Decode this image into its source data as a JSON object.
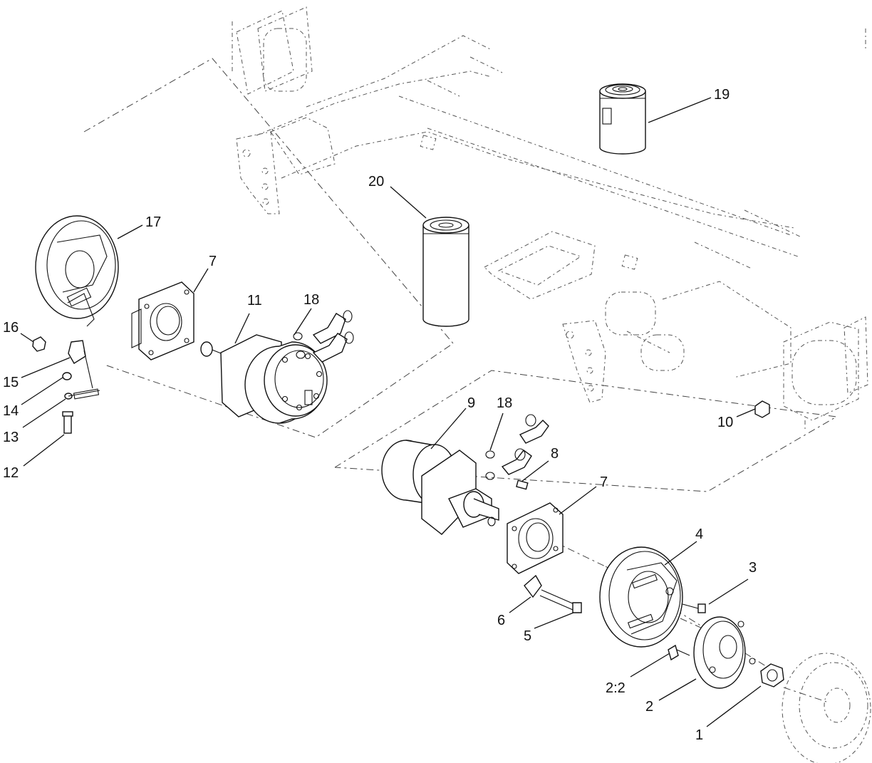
{
  "diagram": {
    "callouts": [
      {
        "id": "c1",
        "label": "1"
      },
      {
        "id": "c2",
        "label": "2"
      },
      {
        "id": "c2b",
        "label": "2:2"
      },
      {
        "id": "c3",
        "label": "3"
      },
      {
        "id": "c4",
        "label": "4"
      },
      {
        "id": "c5",
        "label": "5"
      },
      {
        "id": "c6",
        "label": "6"
      },
      {
        "id": "c7a",
        "label": "7"
      },
      {
        "id": "c7b",
        "label": "7"
      },
      {
        "id": "c8",
        "label": "8"
      },
      {
        "id": "c9",
        "label": "9"
      },
      {
        "id": "c10",
        "label": "10"
      },
      {
        "id": "c11",
        "label": "11"
      },
      {
        "id": "c12",
        "label": "12"
      },
      {
        "id": "c13",
        "label": "13"
      },
      {
        "id": "c14",
        "label": "14"
      },
      {
        "id": "c15",
        "label": "15"
      },
      {
        "id": "c16",
        "label": "16"
      },
      {
        "id": "c17",
        "label": "17"
      },
      {
        "id": "c18a",
        "label": "18"
      },
      {
        "id": "c18b",
        "label": "18"
      },
      {
        "id": "c19",
        "label": "19"
      },
      {
        "id": "c20",
        "label": "20"
      }
    ]
  }
}
